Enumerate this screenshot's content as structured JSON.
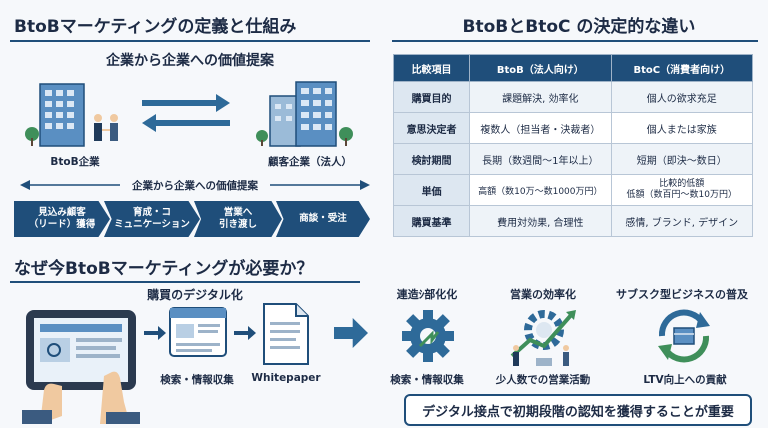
{
  "left_section": {
    "title": "BtoBマーケティングの定義と仕組み",
    "subtitle": "企業から企業への価値提案",
    "entity_left": "BtoB企業",
    "entity_right": "顧客企業（法人）",
    "flow_label": "企業から企業への価値提案",
    "steps": [
      "見込み顧客\n（リード）獲得",
      "育成・コ\nミュニケーション",
      "営業へ\n引き渡し",
      "商談・受注"
    ]
  },
  "comparison": {
    "title": "BtoBとBtoC の決定的な違い",
    "headers": [
      "比較項目",
      "BtoB（法人向け）",
      "BtoC（消費者向け）"
    ],
    "rows": [
      {
        "label": "購買目的",
        "btob": "課題解決, 効率化",
        "btoc": "個人の欲求充足"
      },
      {
        "label": "意思決定者",
        "btob": "複数人（担当者・決裁者）",
        "btoc": "個人または家族"
      },
      {
        "label": "検討期間",
        "btob": "長期（数週間～1年以上）",
        "btoc": "短期（即決～数日）"
      },
      {
        "label": "単価",
        "btob": "高額（数10万～数1000万円）",
        "btoc": "比較的低額\n低額（数百円～数10万円）"
      },
      {
        "label": "購買基準",
        "btob": "費用対効果, 合理性",
        "btoc": "感情, ブランド, デザイン"
      }
    ]
  },
  "why_section": {
    "title": "なぜ今BtoBマーケティングが必要か？",
    "digital_title": "購買のデジタル化",
    "search_label": "検索・情報収集",
    "whitepaper_label": "Whitepaper",
    "points": [
      {
        "title": "連造ｼ部化化",
        "caption": "検索・情報収集",
        "icon": "gear-icon"
      },
      {
        "title": "営業の効率化",
        "caption": "少人数での営業活動",
        "icon": "team-growth-icon"
      },
      {
        "title": "サブスク型ビジネスの普及",
        "caption": "LTV向上への貢献",
        "icon": "subscription-cycle-icon"
      }
    ],
    "conclusion": "デジタル接点で初期段階の認知を獲得することが重要"
  },
  "colors": {
    "navy": "#1f4e7a",
    "blue": "#2e6a99",
    "light_blue": "#dde7f1",
    "green": "#3f8f5a"
  }
}
